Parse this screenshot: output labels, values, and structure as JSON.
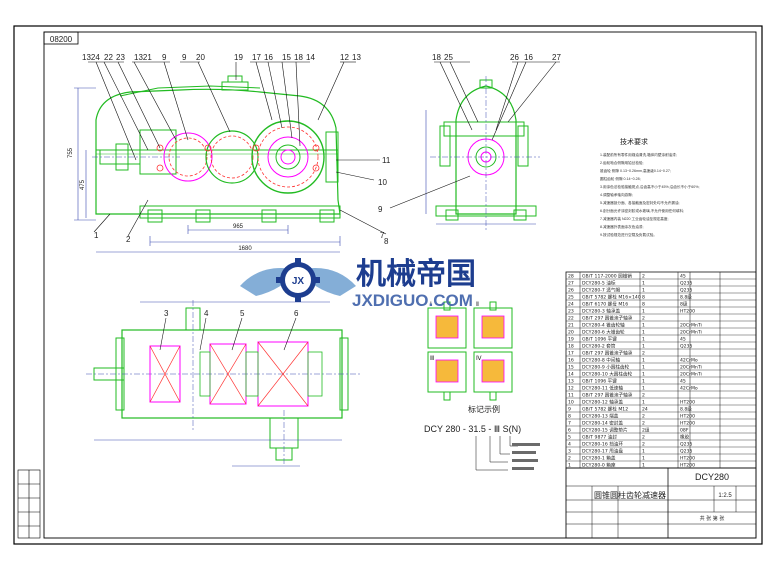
{
  "drawing": {
    "code_box": "08200",
    "model_label": "DCY280",
    "scale_label": "1:2.5",
    "sheet_text": "共 张 第 张"
  },
  "watermark": {
    "title": "机械帝国",
    "url": "JXDIGUO.COM",
    "logo_letters": "JX"
  },
  "front_view": {
    "callouts": [
      "1324",
      "22",
      "23",
      "1321",
      "9",
      "20",
      "19",
      "17",
      "16",
      "15",
      "18",
      "14",
      "12",
      "13"
    ],
    "side_callouts": [
      "11",
      "10",
      "8",
      "7"
    ],
    "left_callouts": [
      "1",
      "2"
    ],
    "dims": [
      "755",
      "475",
      "965",
      "1680"
    ]
  },
  "side_view": {
    "callouts": [
      "18",
      "25",
      "26",
      "16",
      "27"
    ],
    "leader": "9"
  },
  "plan_view": {
    "callouts": [
      "3",
      "4",
      "5",
      "6"
    ]
  },
  "ordering": {
    "heading": "标记示例",
    "code": "DCY 280 - 31.5 - Ⅲ S(N)"
  },
  "title_block": {
    "title": "圆锥圆柱齿轮减速器"
  },
  "parts_list": {
    "rows": [
      [
        "28",
        "GB/T 117-2000 圆锥销",
        "2",
        "45"
      ],
      [
        "27",
        "DCY280-5 油标",
        "1",
        "Q235"
      ],
      [
        "26",
        "DCY280-7 透气帽",
        "1",
        "Q235"
      ],
      [
        "25",
        "GB/T 5782 螺栓 M16×140",
        "8",
        "8.8级"
      ],
      [
        "24",
        "GB/T 6170 螺母 M16",
        "8",
        "8级"
      ],
      [
        "23",
        "DCY280-3 轴承盖",
        "1",
        "HT200"
      ],
      [
        "22",
        "GB/T 297 圆锥滚子轴承",
        "2",
        ""
      ],
      [
        "21",
        "DCY280-4 锥齿轮轴",
        "1",
        "20CrMnTi"
      ],
      [
        "20",
        "DCY280-6 大锥齿轮",
        "1",
        "20CrMnTi"
      ],
      [
        "19",
        "GB/T 1096 平键",
        "1",
        "45"
      ],
      [
        "18",
        "DCY280-2 套筒",
        "1",
        "Q235"
      ],
      [
        "17",
        "GB/T 297 圆锥滚子轴承",
        "2",
        ""
      ],
      [
        "16",
        "DCY280-8 中间轴",
        "1",
        "42CrMo"
      ],
      [
        "15",
        "DCY280-9 小圆柱齿轮",
        "1",
        "20CrMnTi"
      ],
      [
        "14",
        "DCY280-10 大圆柱齿轮",
        "1",
        "20CrMnTi"
      ],
      [
        "13",
        "GB/T 1096 平键",
        "1",
        "45"
      ],
      [
        "12",
        "DCY280-11 低速轴",
        "1",
        "42CrMo"
      ],
      [
        "11",
        "GB/T 297 圆锥滚子轴承",
        "2",
        ""
      ],
      [
        "10",
        "DCY280-12 轴承盖",
        "1",
        "HT200"
      ],
      [
        "9",
        "GB/T 5782 螺栓 M12",
        "24",
        "8.8级"
      ],
      [
        "8",
        "DCY280-13 端盖",
        "2",
        "HT200"
      ],
      [
        "7",
        "DCY280-14 密封盖",
        "2",
        "HT200"
      ],
      [
        "6",
        "DCY280-15 调整垫片",
        "2组",
        "08F"
      ],
      [
        "5",
        "GB/T 9877 油封",
        "2",
        "橡胶"
      ],
      [
        "4",
        "DCY280-16 挡油环",
        "2",
        "Q235"
      ],
      [
        "3",
        "DCY280-17 甩油盘",
        "1",
        "Q235"
      ],
      [
        "2",
        "DCY280-1 箱盖",
        "1",
        "HT200"
      ],
      [
        "1",
        "DCY280-0 箱座",
        "1",
        "HT200"
      ]
    ]
  },
  "tech_requirements": {
    "heading": "技术要求",
    "lines": [
      "1.装配前所有零件用煤油清洗,箱体内壁涂耐油漆;",
      "2.齿轮啮合侧隙用铅丝检验;",
      "  锥齿轮 侧隙 0.13~0.26mm,高速级0.14~0.27;",
      "  圆柱齿轮 侧隙 0.14~0.28;",
      "3.用涂色法检验接触斑点,沿齿高不小于45%,沿齿长不小于60%;",
      "4.调整轴承轴向游隙;",
      "5.减速器剖分面、各接触面及密封处均不允许漏油;",
      "6.剖分面允许涂密封胶或水玻璃,不允许使用任何填料;",
      "7.减速器内装 N220 工业齿轮油至规定高度;",
      "8.减速器外表面涂灰色油漆;",
      "9.按试验规范进行空载及负载试验。"
    ]
  },
  "mount_variants": [
    "Ⅰ",
    "Ⅱ",
    "Ⅲ",
    "Ⅳ"
  ],
  "colors": {
    "outline": "#22bb22",
    "section": "#ff00ff",
    "hidden": "#ff3333",
    "dimension": "#3a4ab0",
    "text": "#222222",
    "frame": "#111111",
    "wm_dark": "#1d3d8f",
    "wm_light": "#6fa0d0"
  }
}
